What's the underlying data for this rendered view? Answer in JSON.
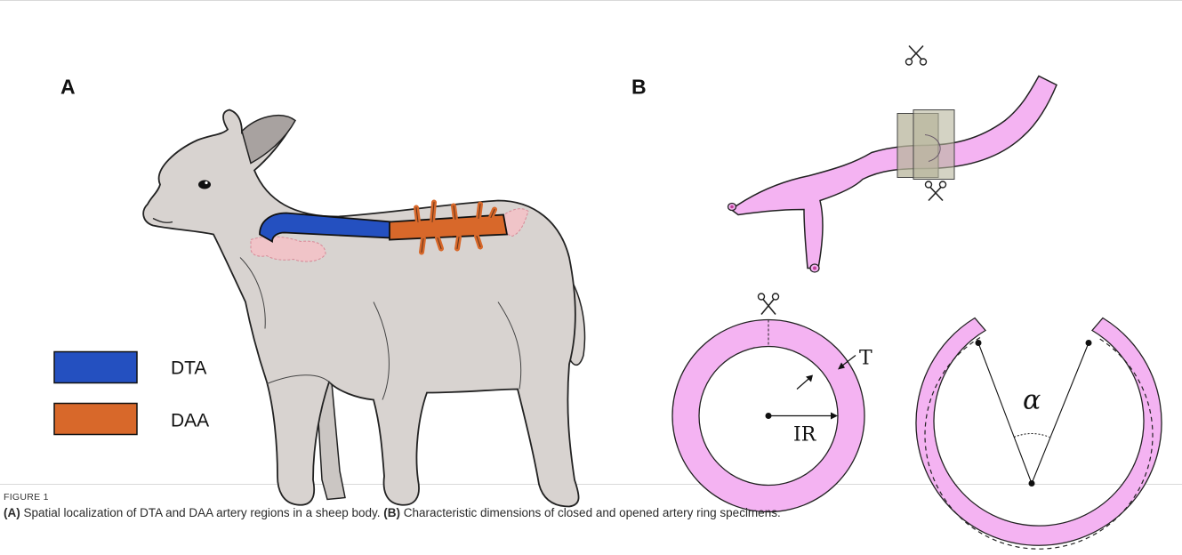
{
  "figure": {
    "panel_a_label": "A",
    "panel_b_label": "B",
    "legend": [
      {
        "label": "DTA",
        "color": "#2450c0"
      },
      {
        "label": "DAA",
        "color": "#d8682a"
      }
    ],
    "dimension_labels": {
      "thickness": "T",
      "inner_radius": "IR",
      "opening_angle": "α"
    },
    "colors": {
      "sheep_body": "#d8d3d0",
      "artery": "#f4b3f2",
      "clamp": "#b8b59c",
      "inactive_vessel": "#f0c4c8"
    }
  },
  "caption": {
    "label": "FIGURE 1",
    "a_tag": "(A)",
    "a_text": " Spatial localization of DTA and DAA artery regions in a sheep body. ",
    "b_tag": "(B)",
    "b_text": " Characteristic dimensions of closed and opened artery ring specimens."
  }
}
